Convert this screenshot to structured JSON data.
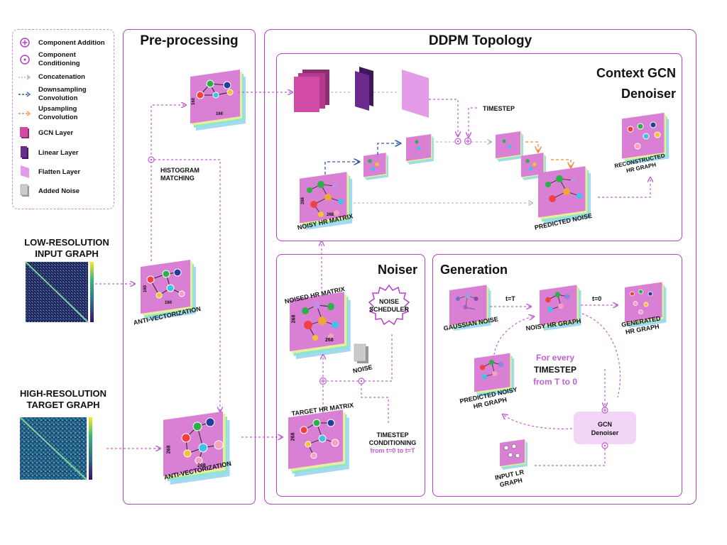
{
  "legend": {
    "items": [
      {
        "label": "Component Addition",
        "icon": "plus-circle-icon"
      },
      {
        "label": "Component Conditioning",
        "icon": "dot-circle-icon"
      },
      {
        "label": "Concatenation",
        "icon": "gray-dashed-arrow-icon"
      },
      {
        "label": "Downsampling Convolution",
        "icon": "blue-dashed-arrow-icon"
      },
      {
        "label": "Upsampling Convolution",
        "icon": "orange-dashed-arrow-icon"
      },
      {
        "label": "GCN Layer",
        "icon": "gcn-layer-icon"
      },
      {
        "label": "Linear Layer",
        "icon": "linear-layer-icon"
      },
      {
        "label": "Flatten Layer",
        "icon": "flatten-layer-icon"
      },
      {
        "label": "Added Noise",
        "icon": "noise-icon"
      }
    ]
  },
  "inputs": {
    "lr_title_1": "LOW-RESOLUTION",
    "lr_title_2": "INPUT GRAPH",
    "hr_title_1": "HIGH-RESOLUTION",
    "hr_title_2": "TARGET GRAPH"
  },
  "preprocessing": {
    "title": "Pre-processing",
    "hist_1": "HISTOGRAM",
    "hist_2": "MATCHING",
    "anti_vec_top": "ANTI-VECTORIZATION",
    "anti_vec_bottom": "ANTI-VECTORIZATION",
    "dim_160": "160",
    "dim_268": "268"
  },
  "ddpm": {
    "title": "DDPM Topology",
    "context": {
      "title_1": "Context GCN",
      "title_2": "Denoiser",
      "timestep": "TIMESTEP",
      "noisy_hr_matrix": "NOISY HR MATRIX",
      "predicted_noise": "PREDICTED NOISE",
      "reconstructed_1": "RECONSTRUCTED",
      "reconstructed_2": "HR GRAPH"
    },
    "noiser": {
      "title": "Noiser",
      "noised_hr_matrix": "NOISED HR MATRIX",
      "noise_scheduler_1": "NOISE",
      "noise_scheduler_2": "SCHEDULER",
      "noise": "NOISE",
      "target_hr_matrix": "TARGET HR MATRIX",
      "timestep_cond_1": "TIMESTEP",
      "timestep_cond_2": "CONDITIONING",
      "timestep_range": "from t=0 to t=T"
    },
    "generation": {
      "title": "Generation",
      "gaussian_noise": "GAUSSIAN NOISE",
      "t_eq_T": "t=T",
      "noisy_hr_graph": "NOISY HR GRAPH",
      "t_eq_0": "t=0",
      "generated_1": "GENERATED",
      "generated_2": "HR GRAPH",
      "for_every": "For every",
      "timestep": "TIMESTEP",
      "from_T_to_0": "from T to 0",
      "predicted_noisy_1": "PREDICTED NOISY",
      "predicted_noisy_2": "HR GRAPH",
      "gcn_denoiser_1": "GCN",
      "gcn_denoiser_2": "Denoiser",
      "input_lr_1": "INPUT LR",
      "input_lr_2": "GRAPH"
    }
  },
  "colors": {
    "frame": "#b43ec8",
    "pink_card": "#d97fd4",
    "mint_card": "#8fe6cf",
    "cyan_card": "#a5d9f2",
    "yellow_card": "#e6ee9a",
    "gcn": "#d14aa6",
    "linear": "#6b2a8e",
    "flatten": "#e49be8",
    "arrow_purple": "#c05fd3",
    "arrow_blue": "#2f5aa8",
    "arrow_orange": "#f08a3a"
  }
}
